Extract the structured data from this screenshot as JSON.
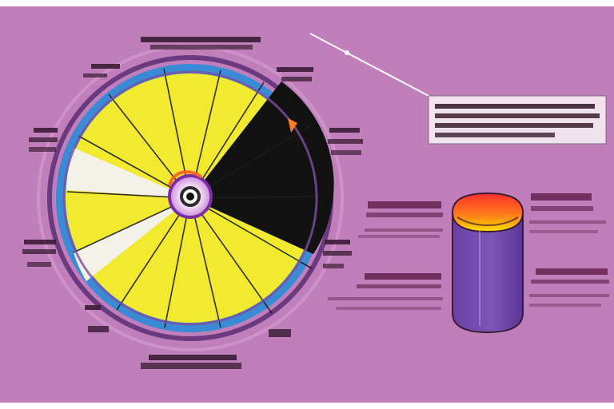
{
  "colors": {
    "background": "#c07fbb",
    "yellow": "#f2ea2f",
    "black": "#111111",
    "white": "#f3f1e8",
    "blue_ring": "#3a8bd6",
    "purple_ring": "#7d4fa3",
    "cylinder_body": "#7b56b6",
    "cylinder_top": "#ef5a2a"
  },
  "icons": {
    "wheel": "segmented-wheel",
    "hub": "eye-hub",
    "pointer": "thin-pointer-line",
    "cylinder": "cylinder-shape"
  }
}
